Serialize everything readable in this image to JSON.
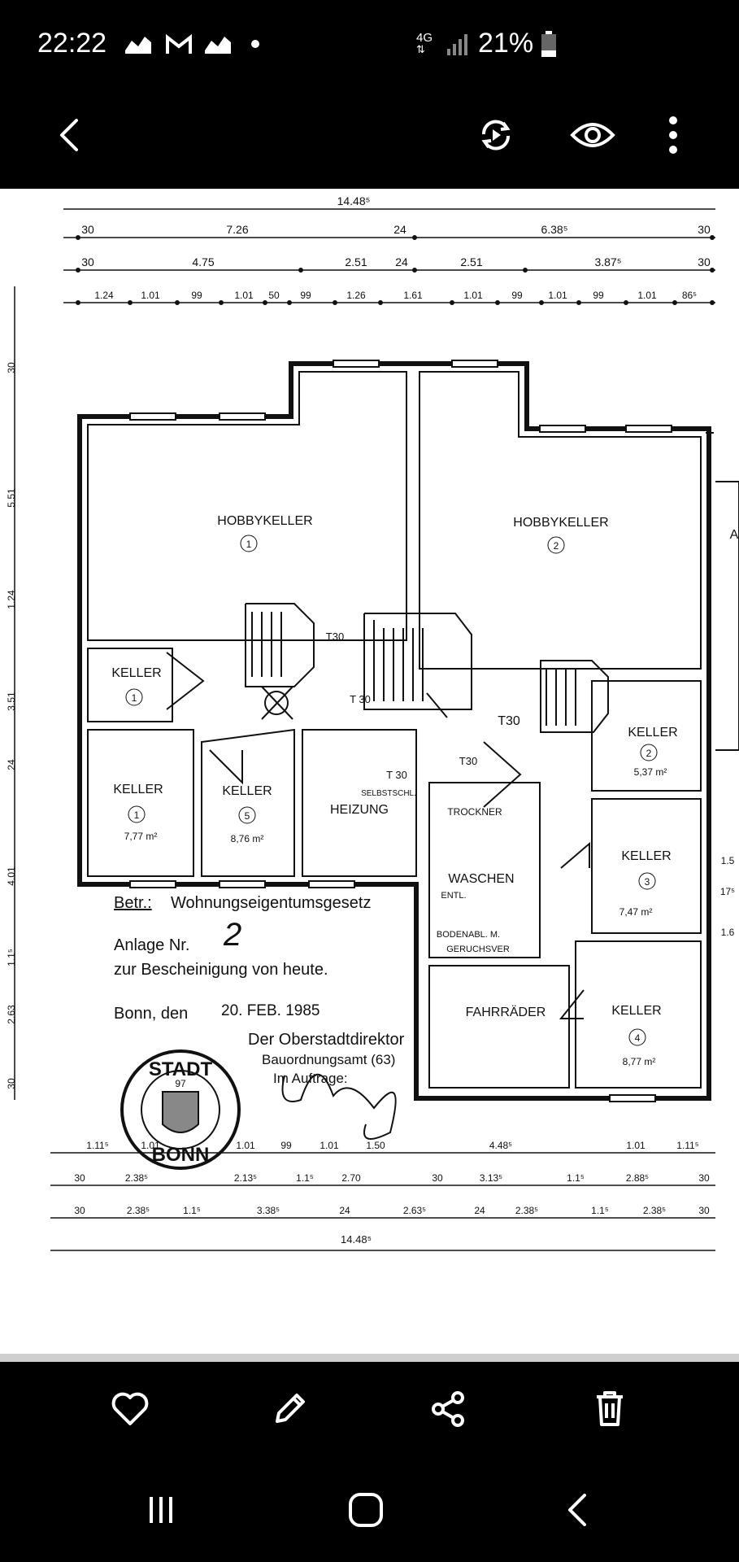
{
  "status_bar": {
    "time": "22:22",
    "network": "4G",
    "battery": "21%",
    "icons": [
      "chart-icon",
      "gmail-icon",
      "chart-icon",
      "dot-icon",
      "signal-icon",
      "battery-icon"
    ]
  },
  "top_bar": {
    "icons": [
      "back-icon",
      "remaster-icon",
      "eye-icon",
      "more-icon"
    ]
  },
  "plan": {
    "dims": {
      "top_total": "14.48⁵",
      "top_row1": [
        "30",
        "7.26",
        "24",
        "6.38⁵",
        "30"
      ],
      "top_row2": [
        "30",
        "4.75",
        "2.51",
        "24",
        "2.51",
        "3.87⁵",
        "30"
      ],
      "top_row3": [
        "1.24",
        "1.01",
        "99",
        "1.01",
        "50",
        "99",
        "1.26",
        "1.61",
        "1.01",
        "99",
        "1.01",
        "99",
        "1.01",
        "86⁵"
      ],
      "left_side": [
        "30",
        "5.51",
        "1.24",
        "3.51",
        "24",
        "4.01",
        "1.1⁵",
        "2.63",
        "30"
      ],
      "right_side": [
        "1.5",
        "17⁵",
        "1.6"
      ],
      "right_a": "A",
      "bottom_row1": [
        "1.11⁵",
        "1.01",
        "1.01",
        "99",
        "1.01",
        "1.50",
        "4.48⁵",
        "1.01",
        "1.11⁵"
      ],
      "bottom_row2": [
        "30",
        "2.38⁵",
        "2.13⁵",
        "1.1⁵",
        "2.70",
        "30",
        "3.13⁵",
        "1.1⁵",
        "2.88⁵",
        "30"
      ],
      "bottom_row3": [
        "30",
        "2.38⁵",
        "1.1⁵",
        "3.38⁵",
        "24",
        "2.63⁵",
        "24",
        "2.38⁵",
        "1.1⁵",
        "2.38⁵",
        "30"
      ],
      "bottom_total": "14.48⁵"
    },
    "rooms": {
      "hobby1_name": "HOBBYKELLER",
      "hobby1_num": "1",
      "hobby2_name": "HOBBYKELLER",
      "hobby2_num": "2",
      "keller1_name": "KELLER",
      "keller1_num": "1",
      "keller1b_name": "KELLER",
      "keller1b_num": "1",
      "keller1b_area": "7,77 m²",
      "keller5_name": "KELLER",
      "keller5_num": "5",
      "keller5_area": "8,76 m²",
      "heizung": "HEIZUNG",
      "keller2_name": "KELLER",
      "keller2_num": "2",
      "keller2_area": "5,37 m²",
      "keller3_name": "KELLER",
      "keller3_num": "3",
      "keller3_area": "7,47 m²",
      "keller4_name": "KELLER",
      "keller4_num": "4",
      "keller4_area": "8,77 m²",
      "trockner": "TROCKNER",
      "waschen": "WASCHEN",
      "entl": "ENTL.",
      "bodenabl": "BODENABL. M.",
      "geruchsv": "GERUCHSVER",
      "fahrraeder": "FAHRRÄDER",
      "t30_a": "T30",
      "t30_b": "T 30",
      "t30_c": "T30",
      "t30_d": "T30",
      "t30_e": "T 30",
      "selbstschl": "SELBSTSCHL."
    },
    "certification": {
      "betr_label": "Betr.:",
      "betr_text": "Wohnungseigentumsgesetz",
      "anlage": "Anlage Nr.",
      "anlage_num": "2",
      "zur": "zur Bescheinigung von heute.",
      "bonn": "Bonn, den",
      "date": "20. FEB. 1985",
      "direktor": "Der Oberstadtdirektor",
      "amt": "Bauordnungsamt (63)",
      "auftrage": "Im Auftrage:",
      "stamp_top": "STADT",
      "stamp_bottom": "BONN",
      "stamp_num": "97"
    }
  },
  "bottom_bar": {
    "icons": [
      "heart-icon",
      "edit-icon",
      "share-icon",
      "trash-icon"
    ]
  },
  "nav_bar": {
    "icons": [
      "recents-icon",
      "home-icon",
      "back-nav-icon"
    ]
  }
}
